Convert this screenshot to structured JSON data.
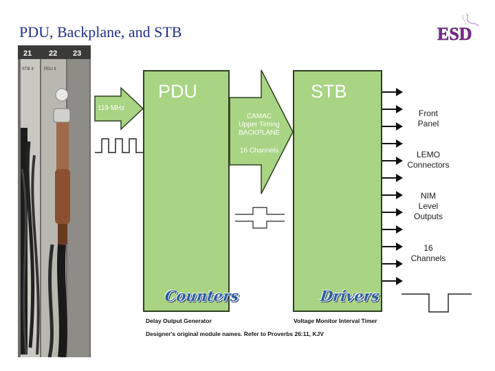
{
  "title": "PDU, Backplane, and STB",
  "logo": "ESD",
  "photo": {
    "slot_numbers": [
      "21",
      "22",
      "23"
    ],
    "module_labels": [
      "STB II",
      "PDU II"
    ]
  },
  "diagram": {
    "input_label": "119 MHz",
    "pdu_title": "PDU",
    "stb_title": "STB",
    "backplane_label": "CAMAC\nUpper Timing\nBACKPLANE",
    "channels_label": "16 Channels",
    "pdu_script": "Counters",
    "stb_script": "Drivers",
    "outputs_label_1": "Front\nPanel",
    "outputs_label_2": "LEMO\nConnectors",
    "outputs_label_3": "NIM\nLevel\nOutputs",
    "outputs_label_4": "16\nChannels",
    "pdu_caption": "Delay Output Generator",
    "stb_caption": "Voltage Monitor Interval Timer",
    "footnote": "Designer's original module names.  Refer to Proverbs 26:11, KJV"
  },
  "colors": {
    "box_fill": "#a8d483",
    "arrow_fill": "#a8d483",
    "title_color": "#1f2f86",
    "logo_color": "#7a2a8a"
  }
}
